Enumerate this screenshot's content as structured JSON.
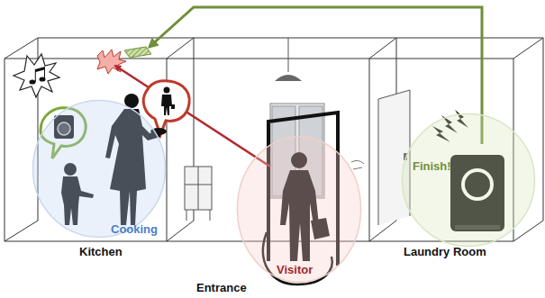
{
  "diagram": {
    "nodes": [
      {
        "text": [
          "Cooking"
        ]
      },
      {
        "text": [
          "Visitor"
        ]
      },
      {
        "text": [
          "Finish!"
        ]
      }
    ],
    "labels": [
      "Kitchen",
      "Entrance",
      "Laundry Room"
    ]
  }
}
